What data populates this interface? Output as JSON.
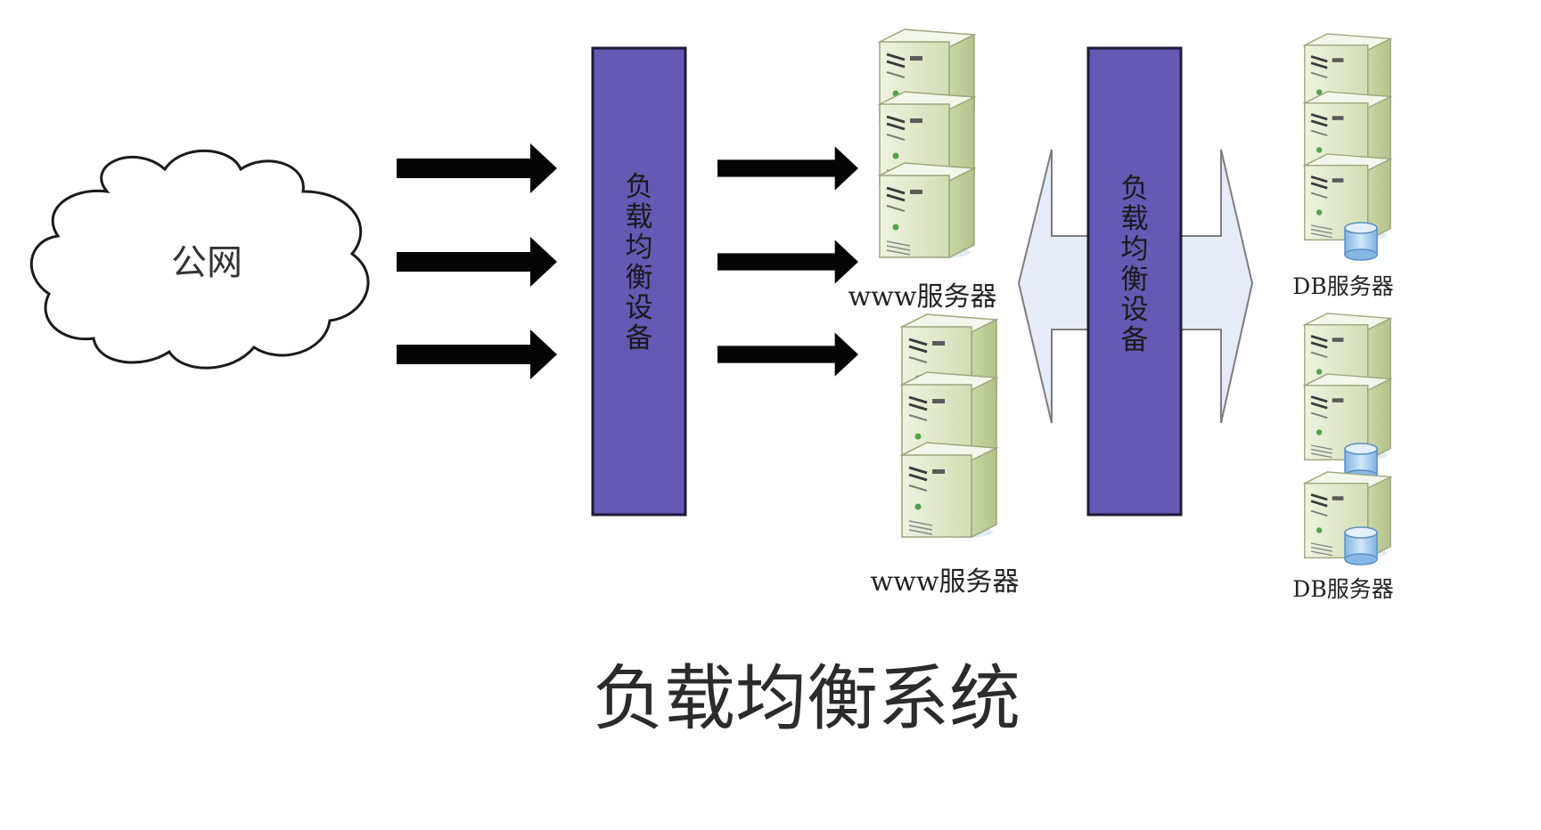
{
  "internet_label": "公网",
  "load_balancers": [
    {
      "chars": [
        "负",
        "载",
        "均",
        "衡",
        "设",
        "备"
      ]
    },
    {
      "chars": [
        "负",
        "载",
        "均",
        "衡",
        "设",
        "备"
      ]
    }
  ],
  "www_server_label": "www服务器",
  "db_server_label": "DB服务器",
  "title": "负载均衡系统",
  "colors": {
    "balancer_fill": "#6459b3",
    "arrow": "#050505",
    "bidirectional_arrow": "#e7ebf7",
    "server_body": "#dfe8c6",
    "db_cylinder": "#a9cdec"
  },
  "icons": {
    "cloud": "cloud-icon",
    "server": "server-icon",
    "database": "database-icon"
  }
}
